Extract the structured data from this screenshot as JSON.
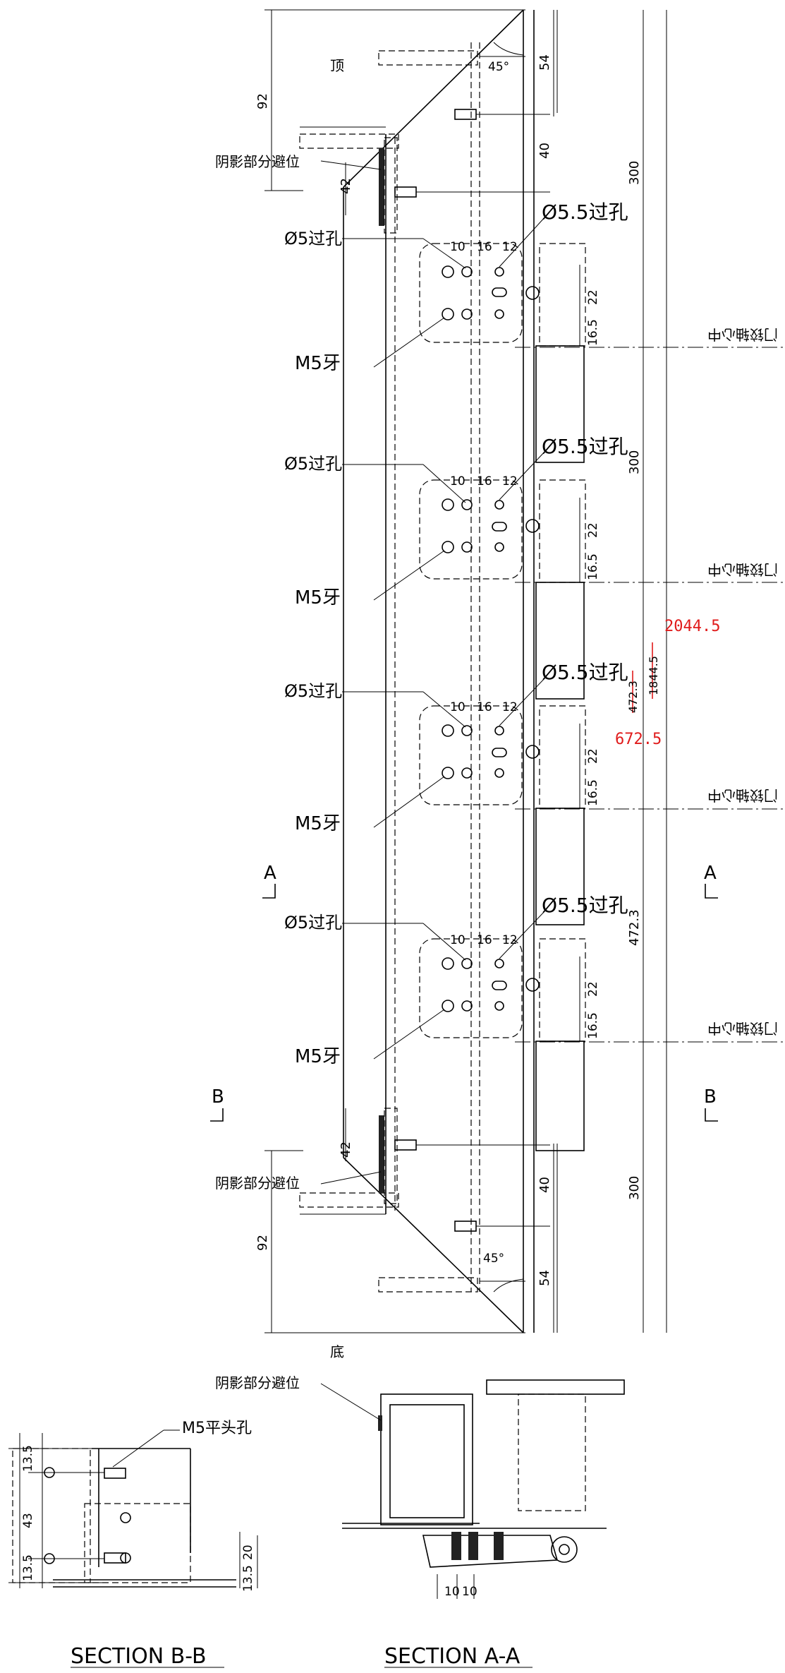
{
  "labels": {
    "top": "顶",
    "bottom": "底",
    "shadow_clearance": "阴影部分避位",
    "hole_5_through": "Ø5过孔",
    "hole_55_through": "Ø5.5过孔",
    "thread_m5": "M5牙",
    "m5_countersunk": "M5平头孔",
    "hinge_center_line": "门铰轴心中",
    "angle": "45°",
    "section_marker_a": "A",
    "section_marker_b": "B",
    "section_bb": "SECTION B-B",
    "section_aa": "SECTION A-A"
  },
  "dimensions": {
    "d54": "54",
    "d40": "40",
    "d300": "300",
    "d92": "92",
    "d42": "42",
    "d10": "10",
    "d16": "16",
    "d12": "12",
    "d22": "22",
    "d16_5": "16.5",
    "d472_3": "472.3",
    "d1844_5": "1844.5",
    "d13_5": "13.5",
    "d43": "43",
    "d20": "20",
    "d10b": "10",
    "d10c": "10"
  },
  "corrections": {
    "new_total": "2044.5",
    "new_pitch": "672.5"
  }
}
